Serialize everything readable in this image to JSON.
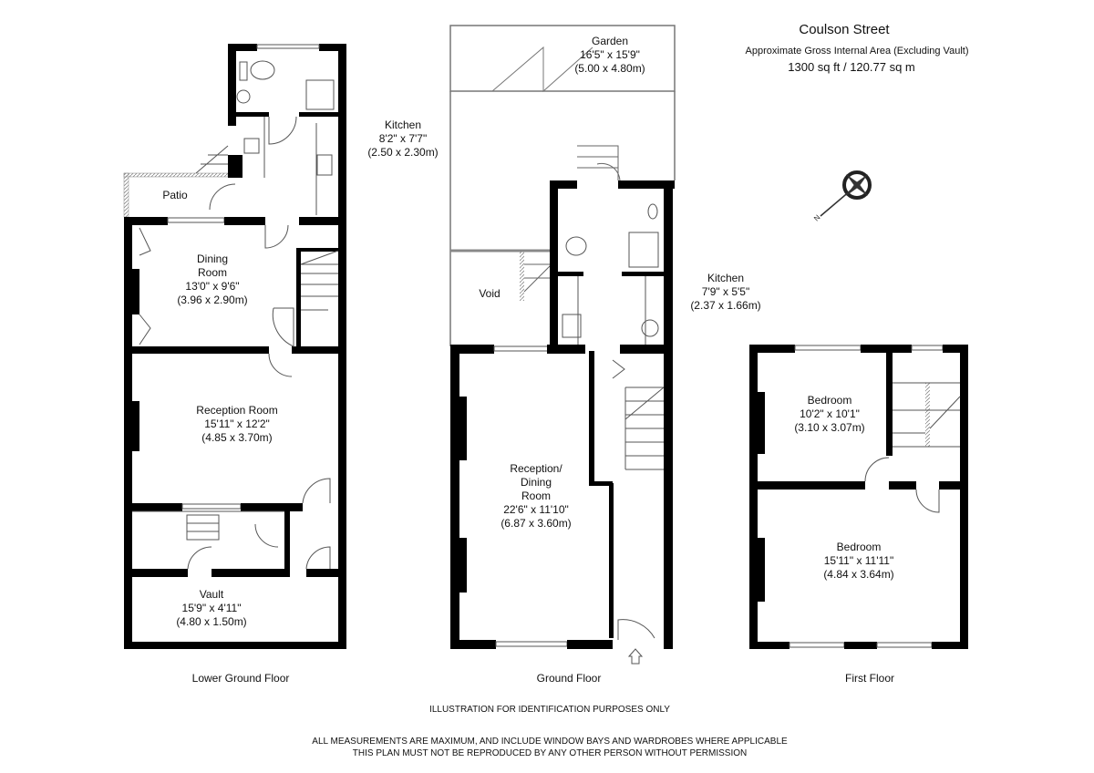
{
  "header": {
    "title": "Coulson Street",
    "subtitle": "Approximate Gross Internal Area (Excluding Vault)",
    "area": "1300 sq ft  /  120.77 sq m"
  },
  "compass": {
    "icon": "compass-rose-icon",
    "north_label": "N"
  },
  "floors": {
    "lower_ground": {
      "label": "Lower Ground Floor",
      "rooms": {
        "kitchen": {
          "name": "Kitchen",
          "imperial": "8'2\" x 7'7\"",
          "metric": "(2.50 x 2.30m)"
        },
        "patio": {
          "name": "Patio"
        },
        "dining": {
          "name1": "Dining",
          "name2": "Room",
          "imperial": "13'0\" x 9'6\"",
          "metric": "(3.96 x 2.90m)"
        },
        "reception": {
          "name": "Reception Room",
          "imperial": "15'11\" x 12'2\"",
          "metric": "(4.85 x 3.70m)"
        },
        "vault": {
          "name": "Vault",
          "imperial": "15'9\" x 4'11\"",
          "metric": "(4.80 x 1.50m)"
        }
      }
    },
    "ground": {
      "label": "Ground Floor",
      "rooms": {
        "garden": {
          "name": "Garden",
          "imperial": "16'5\" x 15'9\"",
          "metric": "(5.00 x 4.80m)"
        },
        "void": {
          "name": "Void"
        },
        "kitchen": {
          "name": "Kitchen",
          "imperial": "7'9\" x 5'5\"",
          "metric": "(2.37 x 1.66m)"
        },
        "reception_dining": {
          "name1": "Reception/",
          "name2": "Dining",
          "name3": "Room",
          "imperial": "22'6\" x 11'10\"",
          "metric": "(6.87 x 3.60m)"
        }
      }
    },
    "first": {
      "label": "First Floor",
      "rooms": {
        "bedroom1": {
          "name": "Bedroom",
          "imperial": "10'2\" x 10'1\"",
          "metric": "(3.10 x 3.07m)"
        },
        "bedroom2": {
          "name": "Bedroom",
          "imperial": "15'11\" x 11'11\"",
          "metric": "(4.84 x 3.64m)"
        }
      }
    }
  },
  "footer": {
    "line1": "ILLUSTRATION FOR IDENTIFICATION PURPOSES ONLY",
    "line2": "ALL MEASUREMENTS ARE MAXIMUM, AND INCLUDE WINDOW BAYS AND WARDROBES WHERE APPLICABLE",
    "line3": "THIS PLAN MUST NOT BE REPRODUCED BY ANY OTHER PERSON WITHOUT PERMISSION"
  },
  "colors": {
    "wall": "#000000",
    "line": "#555555",
    "hatch": "#888888"
  }
}
